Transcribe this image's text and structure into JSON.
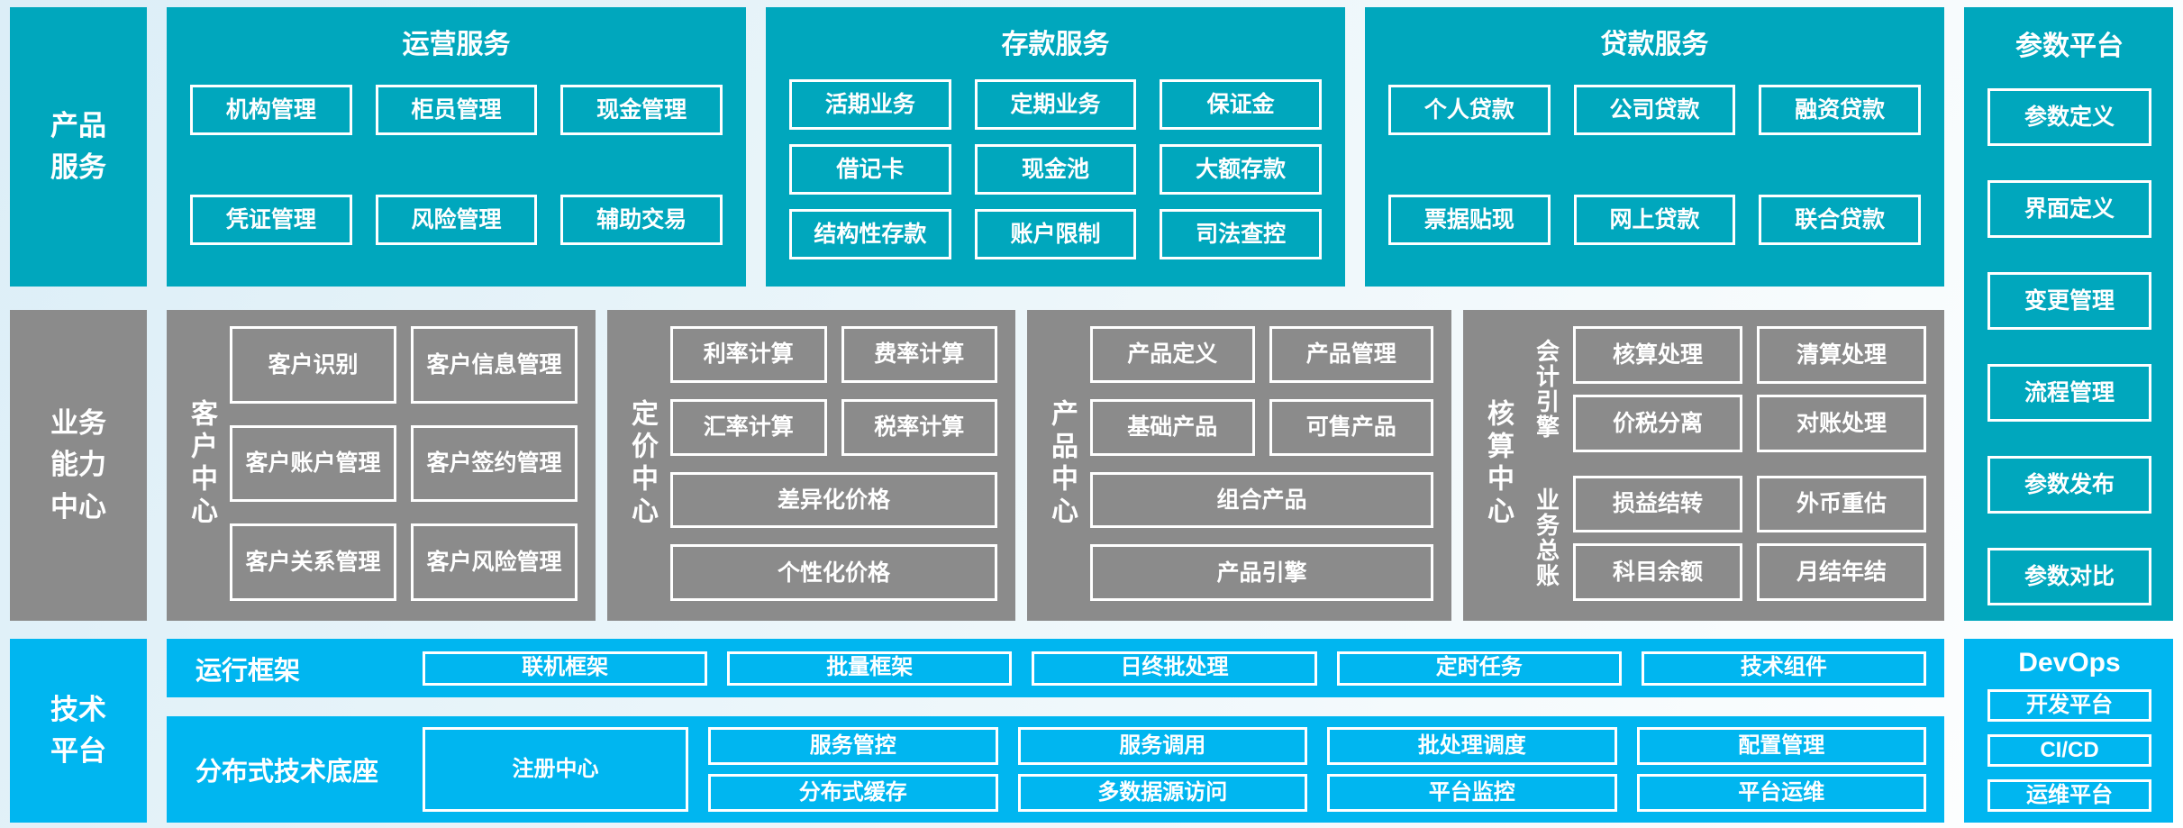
{
  "diagram": {
    "colors": {
      "teal": "#00a7bd",
      "gray": "#8b8b8b",
      "blue": "#00b6f0",
      "text": "#ffffff"
    },
    "left_rail": {
      "product_services": "产品\n服务",
      "business_capability": "业务\n能力\n中心",
      "tech_platform": "技术\n平台"
    },
    "operations": {
      "title": "运营服务",
      "items": [
        "机构管理",
        "柜员管理",
        "现金管理",
        "凭证管理",
        "风险管理",
        "辅助交易"
      ]
    },
    "deposit": {
      "title": "存款服务",
      "items": [
        "活期业务",
        "定期业务",
        "保证金",
        "借记卡",
        "现金池",
        "大额存款",
        "结构性存款",
        "账户限制",
        "司法查控"
      ]
    },
    "loan": {
      "title": "贷款服务",
      "items": [
        "个人贷款",
        "公司贷款",
        "融资贷款",
        "票据贴现",
        "网上贷款",
        "联合贷款"
      ]
    },
    "customer_center": {
      "label": "客户中心",
      "items": [
        "客户识别",
        "客户信息管理",
        "客户账户管理",
        "客户签约管理",
        "客户关系管理",
        "客户风险管理"
      ]
    },
    "pricing_center": {
      "label": "定价中心",
      "items": [
        "利率计算",
        "费率计算",
        "汇率计算",
        "税率计算"
      ],
      "wide": [
        "差异化价格",
        "个性化价格"
      ]
    },
    "product_center": {
      "label": "产品中心",
      "items": [
        "产品定义",
        "产品管理",
        "基础产品",
        "可售产品"
      ],
      "wide": [
        "组合产品",
        "产品引擎"
      ]
    },
    "accounting_center": {
      "label": "核算中心",
      "engine_label": "会计引擎",
      "engine_items": [
        "核算处理",
        "清算处理",
        "价税分离",
        "对账处理"
      ],
      "ledger_label": "业务总账",
      "ledger_items": [
        "损益结转",
        "外币重估",
        "科目余额",
        "月结年结"
      ]
    },
    "runtime_framework": {
      "label": "运行框架",
      "items": [
        "联机框架",
        "批量框架",
        "日终批处理",
        "定时任务",
        "技术组件"
      ]
    },
    "distributed_base": {
      "label": "分布式技术底座",
      "registry": "注册中心",
      "row1": [
        "服务管控",
        "服务调用",
        "批处理调度",
        "配置管理"
      ],
      "row2": [
        "分布式缓存",
        "多数据源访问",
        "平台监控",
        "平台运维"
      ]
    },
    "param_platform": {
      "title": "参数平台",
      "items": [
        "参数定义",
        "界面定义",
        "变更管理",
        "流程管理",
        "参数发布",
        "参数对比"
      ]
    },
    "devops": {
      "title": "DevOps",
      "items": [
        "开发平台",
        "CI/CD",
        "运维平台"
      ]
    }
  }
}
